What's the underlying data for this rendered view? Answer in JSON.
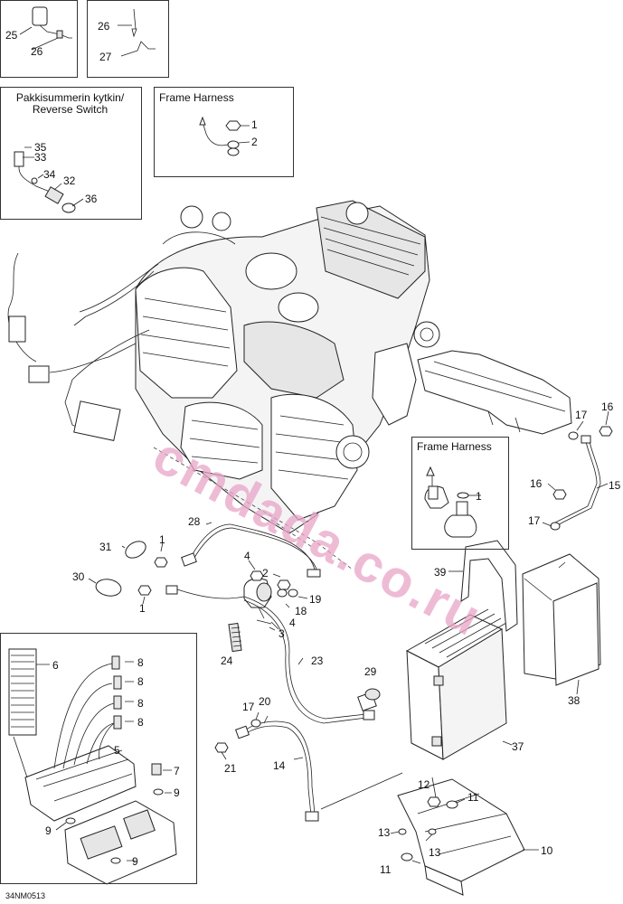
{
  "boxes": {
    "reverse_switch_title": "Pakkisummerin kytkin/\nReverse Switch",
    "frame_harness_top": "Frame Harness",
    "frame_harness_mid": "Frame Harness"
  },
  "document_number": "34NM0513",
  "watermark": "cmdada.co.ru",
  "callouts": [
    {
      "id": "c25",
      "text": "25"
    },
    {
      "id": "c26a",
      "text": "26"
    },
    {
      "id": "c26b",
      "text": "26"
    },
    {
      "id": "c27",
      "text": "27"
    },
    {
      "id": "c35",
      "text": "35"
    },
    {
      "id": "c33",
      "text": "33"
    },
    {
      "id": "c34",
      "text": "34"
    },
    {
      "id": "c32",
      "text": "32"
    },
    {
      "id": "c36",
      "text": "36"
    },
    {
      "id": "c1a",
      "text": "1"
    },
    {
      "id": "c2a",
      "text": "2"
    },
    {
      "id": "c1b",
      "text": "1"
    },
    {
      "id": "c17a",
      "text": "17"
    },
    {
      "id": "c16a",
      "text": "16"
    },
    {
      "id": "c16b",
      "text": "16"
    },
    {
      "id": "c15",
      "text": "15"
    },
    {
      "id": "c17b",
      "text": "17"
    },
    {
      "id": "c28",
      "text": "28"
    },
    {
      "id": "c31",
      "text": "31"
    },
    {
      "id": "c1c",
      "text": "1"
    },
    {
      "id": "c4a",
      "text": "4"
    },
    {
      "id": "c2b",
      "text": "2"
    },
    {
      "id": "c30",
      "text": "30"
    },
    {
      "id": "c1d",
      "text": "1"
    },
    {
      "id": "c19",
      "text": "19"
    },
    {
      "id": "c18",
      "text": "18"
    },
    {
      "id": "c4b",
      "text": "4"
    },
    {
      "id": "c3",
      "text": "3"
    },
    {
      "id": "c39",
      "text": "39"
    },
    {
      "id": "c24",
      "text": "24"
    },
    {
      "id": "c23",
      "text": "23"
    },
    {
      "id": "c6",
      "text": "6"
    },
    {
      "id": "c8a",
      "text": "8"
    },
    {
      "id": "c8b",
      "text": "8"
    },
    {
      "id": "c8c",
      "text": "8"
    },
    {
      "id": "c8d",
      "text": "8"
    },
    {
      "id": "c8e",
      "text": "8"
    },
    {
      "id": "c5",
      "text": "5"
    },
    {
      "id": "c7",
      "text": "7"
    },
    {
      "id": "c9a",
      "text": "9"
    },
    {
      "id": "c9b",
      "text": "9"
    },
    {
      "id": "c9c",
      "text": "9"
    },
    {
      "id": "c29",
      "text": "29"
    },
    {
      "id": "c17c",
      "text": "17"
    },
    {
      "id": "c20",
      "text": "20"
    },
    {
      "id": "c21",
      "text": "21"
    },
    {
      "id": "c14",
      "text": "14"
    },
    {
      "id": "c37",
      "text": "37"
    },
    {
      "id": "c38",
      "text": "38"
    },
    {
      "id": "c12",
      "text": "12"
    },
    {
      "id": "c11a",
      "text": "11"
    },
    {
      "id": "c13a",
      "text": "13"
    },
    {
      "id": "c13b",
      "text": "13"
    },
    {
      "id": "c10",
      "text": "10"
    },
    {
      "id": "c11b",
      "text": "11"
    }
  ]
}
